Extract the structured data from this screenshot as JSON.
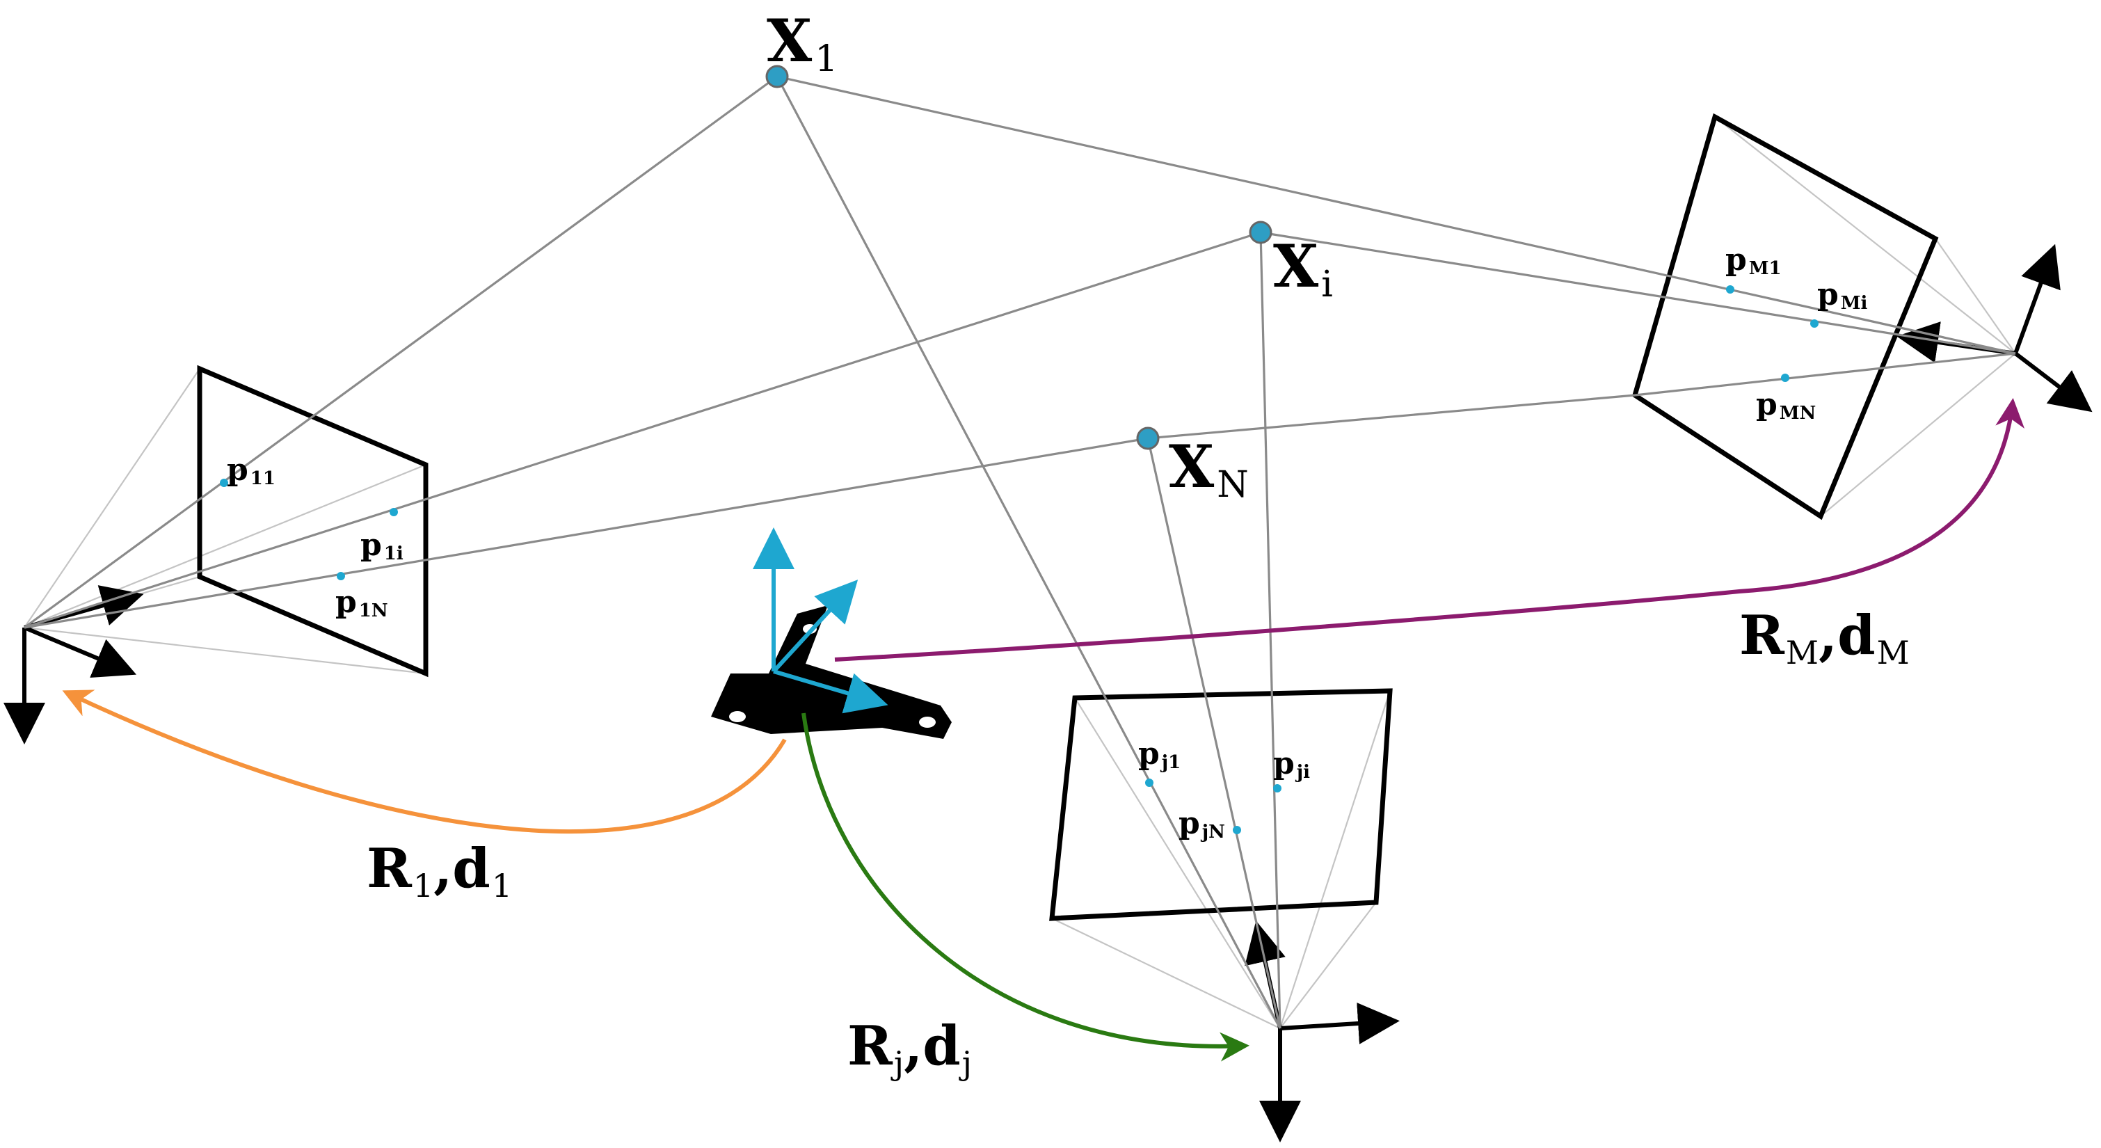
{
  "points3d": [
    {
      "id": "X1",
      "base": "X",
      "sub": "1"
    },
    {
      "id": "Xi",
      "base": "X",
      "sub": "i"
    },
    {
      "id": "XN",
      "base": "X",
      "sub": "N"
    }
  ],
  "projections": [
    {
      "id": "p11",
      "base": "p",
      "sub": "11"
    },
    {
      "id": "p1i",
      "base": "p",
      "sub": "1i"
    },
    {
      "id": "p1N",
      "base": "p",
      "sub": "1N"
    },
    {
      "id": "pj1",
      "base": "p",
      "sub": "j1"
    },
    {
      "id": "pji",
      "base": "p",
      "sub": "ji"
    },
    {
      "id": "pjN",
      "base": "p",
      "sub": "jN"
    },
    {
      "id": "pM1",
      "base": "p",
      "sub": "M1"
    },
    {
      "id": "pMi",
      "base": "p",
      "sub": "Mi"
    },
    {
      "id": "pMN",
      "base": "p",
      "sub": "MN"
    }
  ],
  "transforms": [
    {
      "id": "t1",
      "r": "R",
      "r_sub": "1",
      "sep": ",",
      "d": "d",
      "d_sub": "1",
      "color": "#f5923b"
    },
    {
      "id": "tj",
      "r": "R",
      "r_sub": "j",
      "sep": ",",
      "d": "d",
      "d_sub": "j",
      "color": "#2a7a12"
    },
    {
      "id": "tM",
      "r": "R",
      "r_sub": "M",
      "sep": ",",
      "d": "d",
      "d_sub": "M",
      "color": "#8c1b6e"
    }
  ],
  "colors": {
    "point": "#2e9ec4",
    "projection": "#1ea7d0",
    "target_axes": "#1ea7d0",
    "ray": "#8a8a8a",
    "frame": "#000000"
  }
}
